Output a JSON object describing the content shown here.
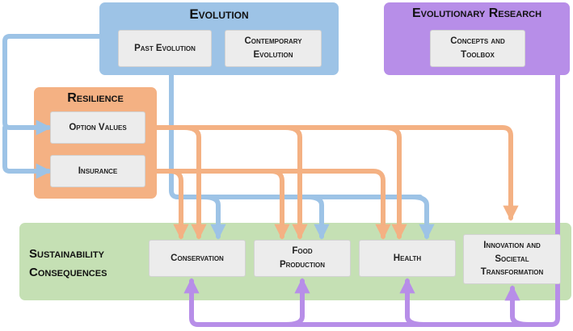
{
  "panels": {
    "evolution": {
      "title": "Evolution",
      "past": "Past Evolution",
      "contemporary": "Contemporary\nEvolution"
    },
    "research": {
      "title": "Evolutionary Research",
      "concepts": "Concepts and\nToolbox"
    },
    "resilience": {
      "title": "Resilience",
      "option_values": "Option Values",
      "insurance": "Insurance"
    },
    "sustainability": {
      "title": "Sustainability\nConsequences",
      "conservation": "Conservation",
      "food": "Food\nProduction",
      "health": "Health",
      "innovation": "Innovation and\nSocietal\nTransformation"
    }
  },
  "colors": {
    "evolution": "#9dc3e6",
    "research": "#b78ee8",
    "resilience": "#f4b183",
    "sustainability": "#c5e0b4",
    "box": "#ececec"
  }
}
